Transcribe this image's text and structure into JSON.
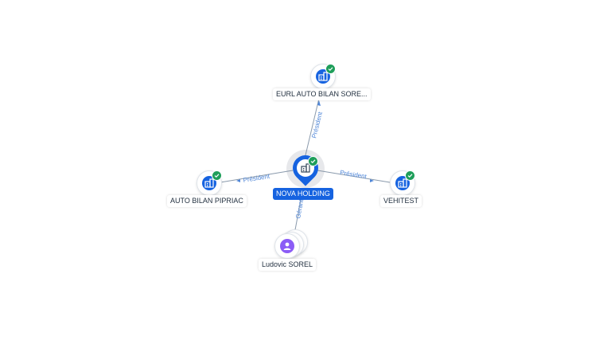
{
  "colors": {
    "primary": "#1663e0",
    "verified": "#1e9e5a",
    "person": "#8b5cf6",
    "edge_label": "#4f86d8"
  },
  "nodes": {
    "center": {
      "label": "NOVA HOLDING",
      "icon": "building-icon",
      "verified": true
    },
    "top": {
      "label": "EURL AUTO BILAN SORE...",
      "icon": "building-icon",
      "verified": true
    },
    "left": {
      "label": "AUTO BILAN PIPRIAC",
      "icon": "building-icon",
      "verified": true
    },
    "right": {
      "label": "VEHITEST",
      "icon": "building-icon",
      "verified": true
    },
    "bottom": {
      "label": "Ludovic SOREL",
      "icon": "person-icon",
      "verified": false
    }
  },
  "edges": {
    "top": "Président",
    "left": "Président",
    "right": "Président",
    "bottom": "Gérant"
  }
}
